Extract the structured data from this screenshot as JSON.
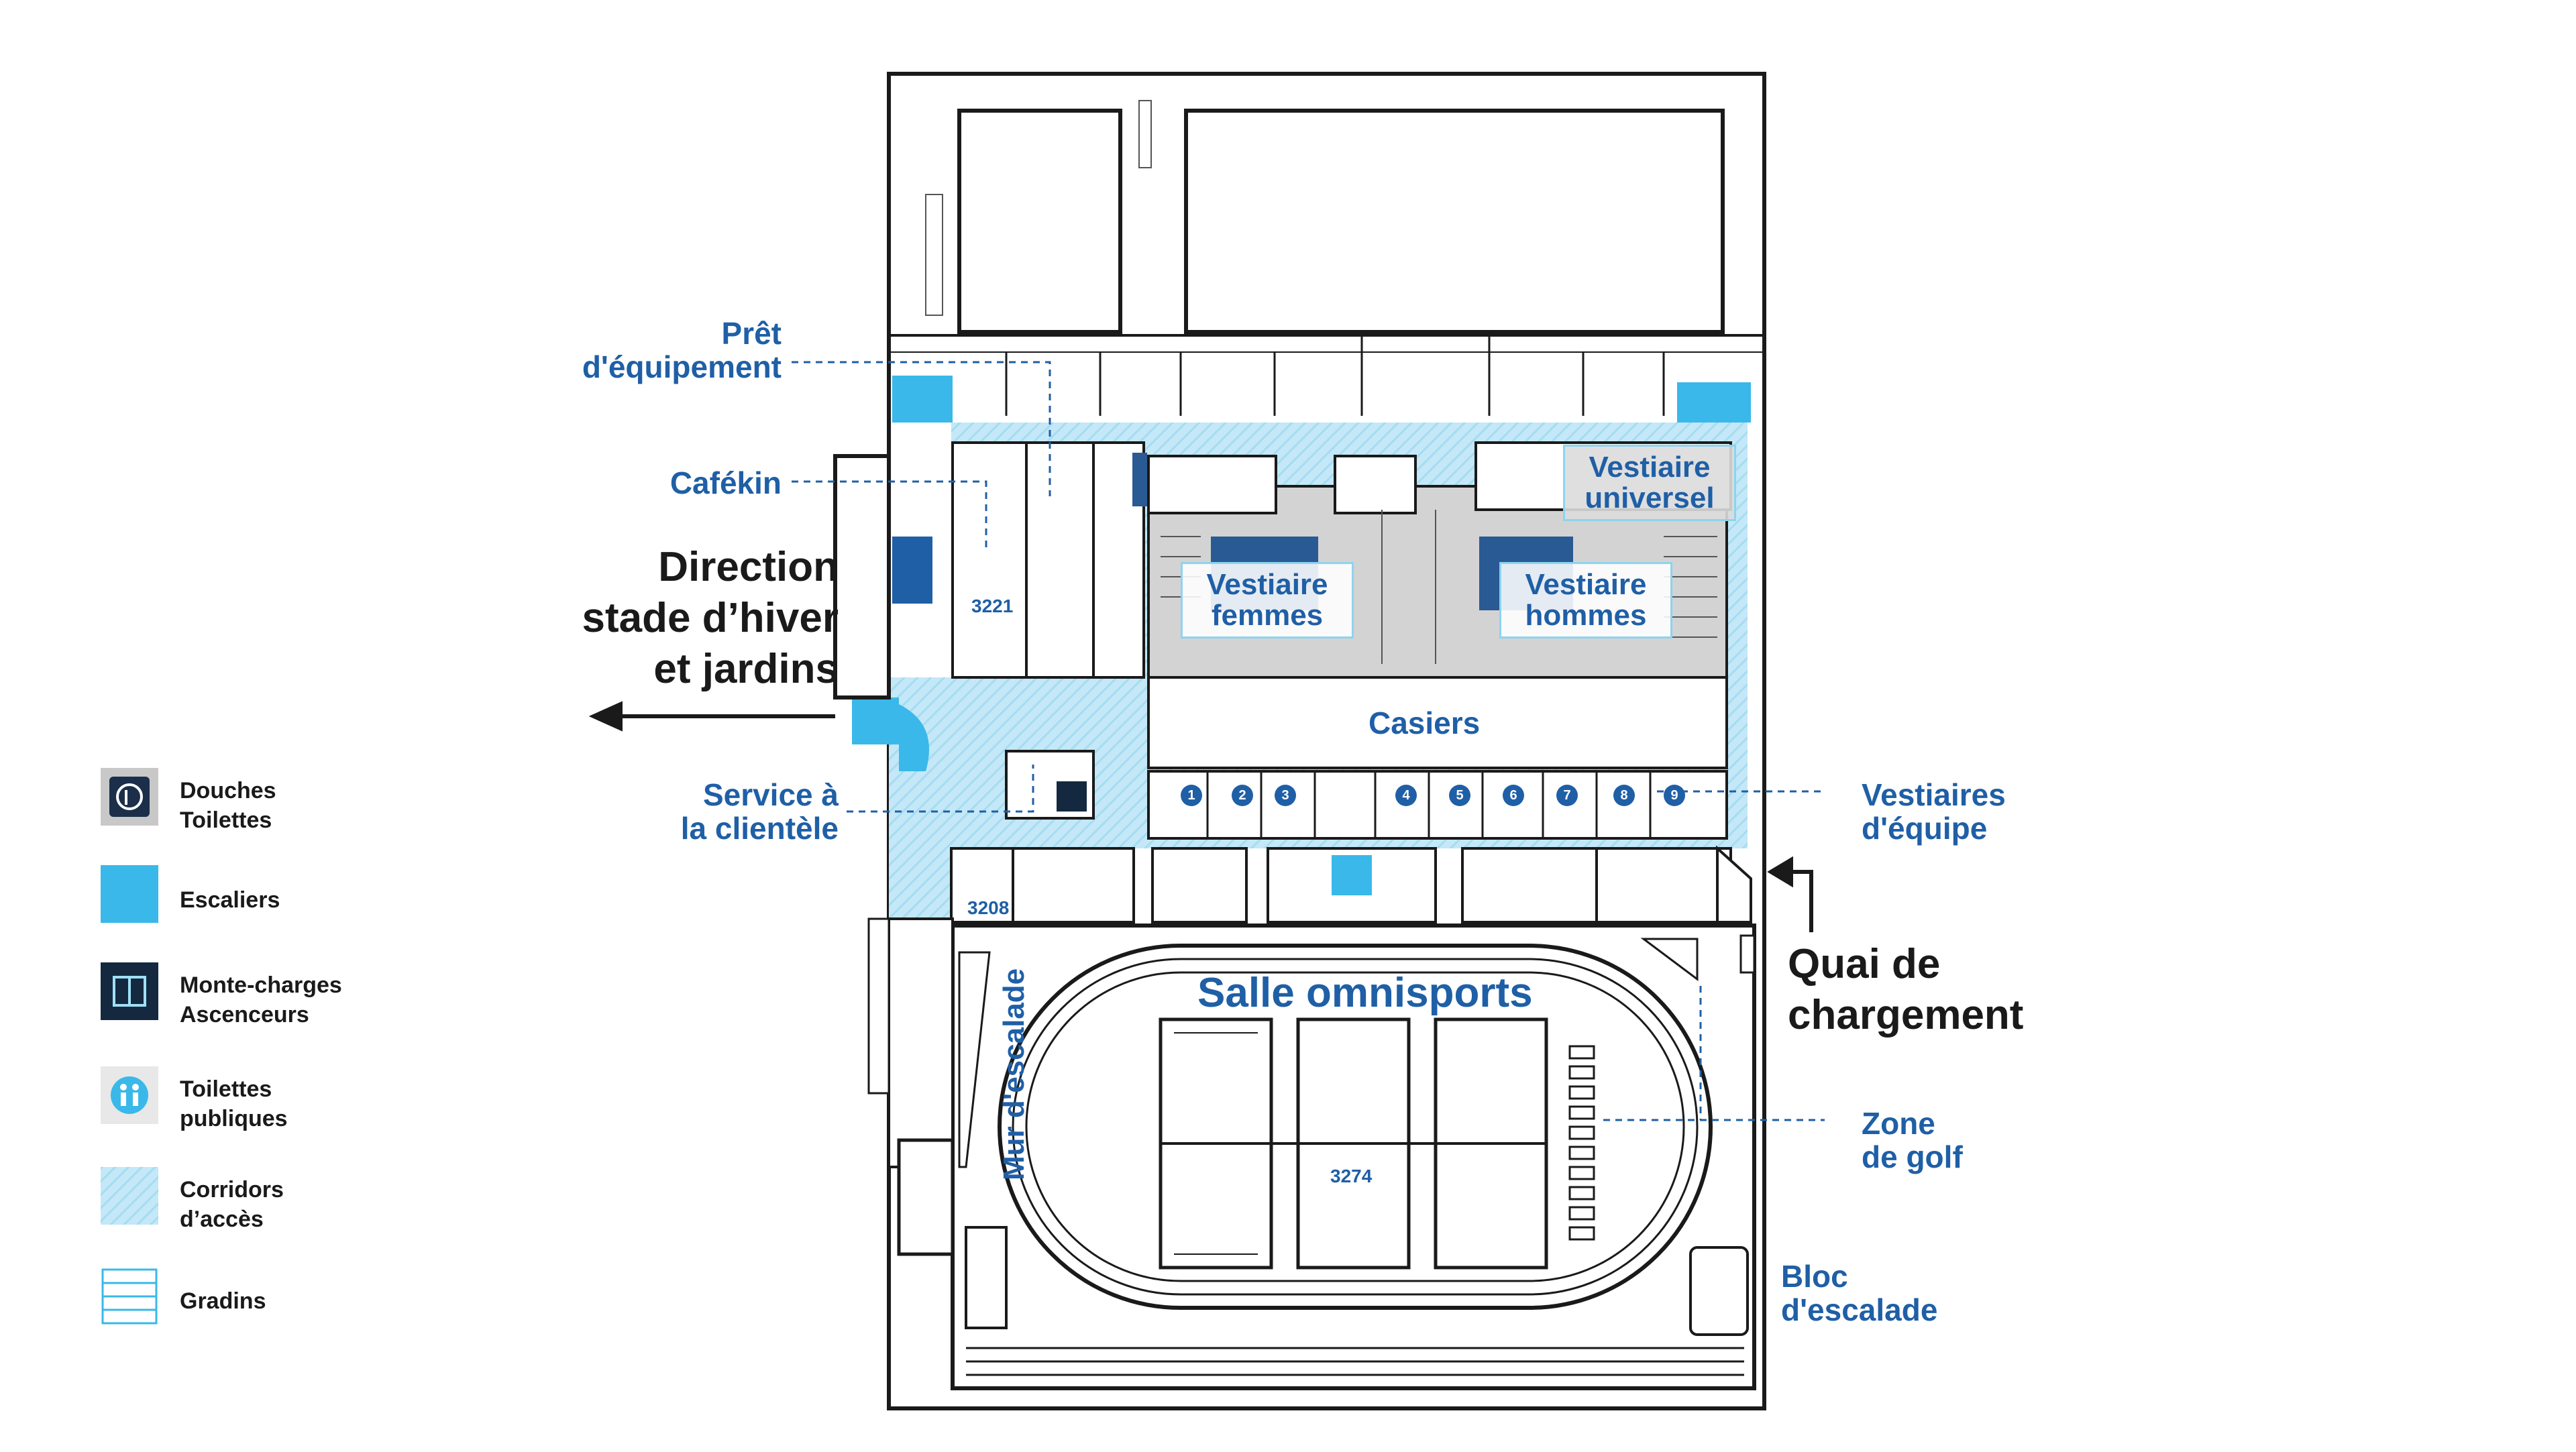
{
  "labels": {
    "pret_equipement": [
      "Prêt",
      "d'équipement"
    ],
    "cafekin": "Cafékin",
    "direction": [
      "Direction",
      "stade d’hiver",
      "et jardins"
    ],
    "service_clientele": [
      "Service à",
      "la clientèle"
    ],
    "vestiaires_equipe": [
      "Vestiaires",
      "d'équipe"
    ],
    "quai": [
      "Quai de",
      "chargement"
    ],
    "zone_golf": [
      "Zone",
      "de golf"
    ],
    "bloc_escalade": [
      "Bloc",
      "d'escalade"
    ],
    "vestiaire_femmes": [
      "Vestiaire",
      "femmes"
    ],
    "vestiaire_hommes": [
      "Vestiaire",
      "hommes"
    ],
    "vestiaire_universel": [
      "Vestiaire",
      "universel"
    ],
    "casiers": "Casiers",
    "salle_omnisports": "Salle omnisports",
    "mur_escalade": "Mur d'escalade",
    "room_3221": "3221",
    "room_3208": "3208",
    "room_3274": "3274"
  },
  "team_rooms": [
    "1",
    "2",
    "3",
    "4",
    "5",
    "6",
    "7",
    "8",
    "9"
  ],
  "legend": [
    {
      "icon": "shower-toilet-icon",
      "lines": [
        "Douches",
        "Toilettes"
      ]
    },
    {
      "icon": "stairs-icon",
      "lines": [
        "Escaliers"
      ]
    },
    {
      "icon": "elevator-icon",
      "lines": [
        "Monte-charges",
        "Ascenceurs"
      ]
    },
    {
      "icon": "public-toilet-icon",
      "lines": [
        "Toilettes",
        "publiques"
      ]
    },
    {
      "icon": "corridor-icon",
      "lines": [
        "Corridors",
        "d’accès"
      ]
    },
    {
      "icon": "bleachers-icon",
      "lines": [
        "Gradins"
      ]
    }
  ],
  "colors": {
    "corridor": "#bfe6f6",
    "stairs": "#3ab8ea",
    "dark_room": "#2a4f8a",
    "walls": "#1a1a1a",
    "label_blue": "#1f5fa6",
    "elevator_bg": "#14293f",
    "shower_bg": "#1b2f4b"
  }
}
